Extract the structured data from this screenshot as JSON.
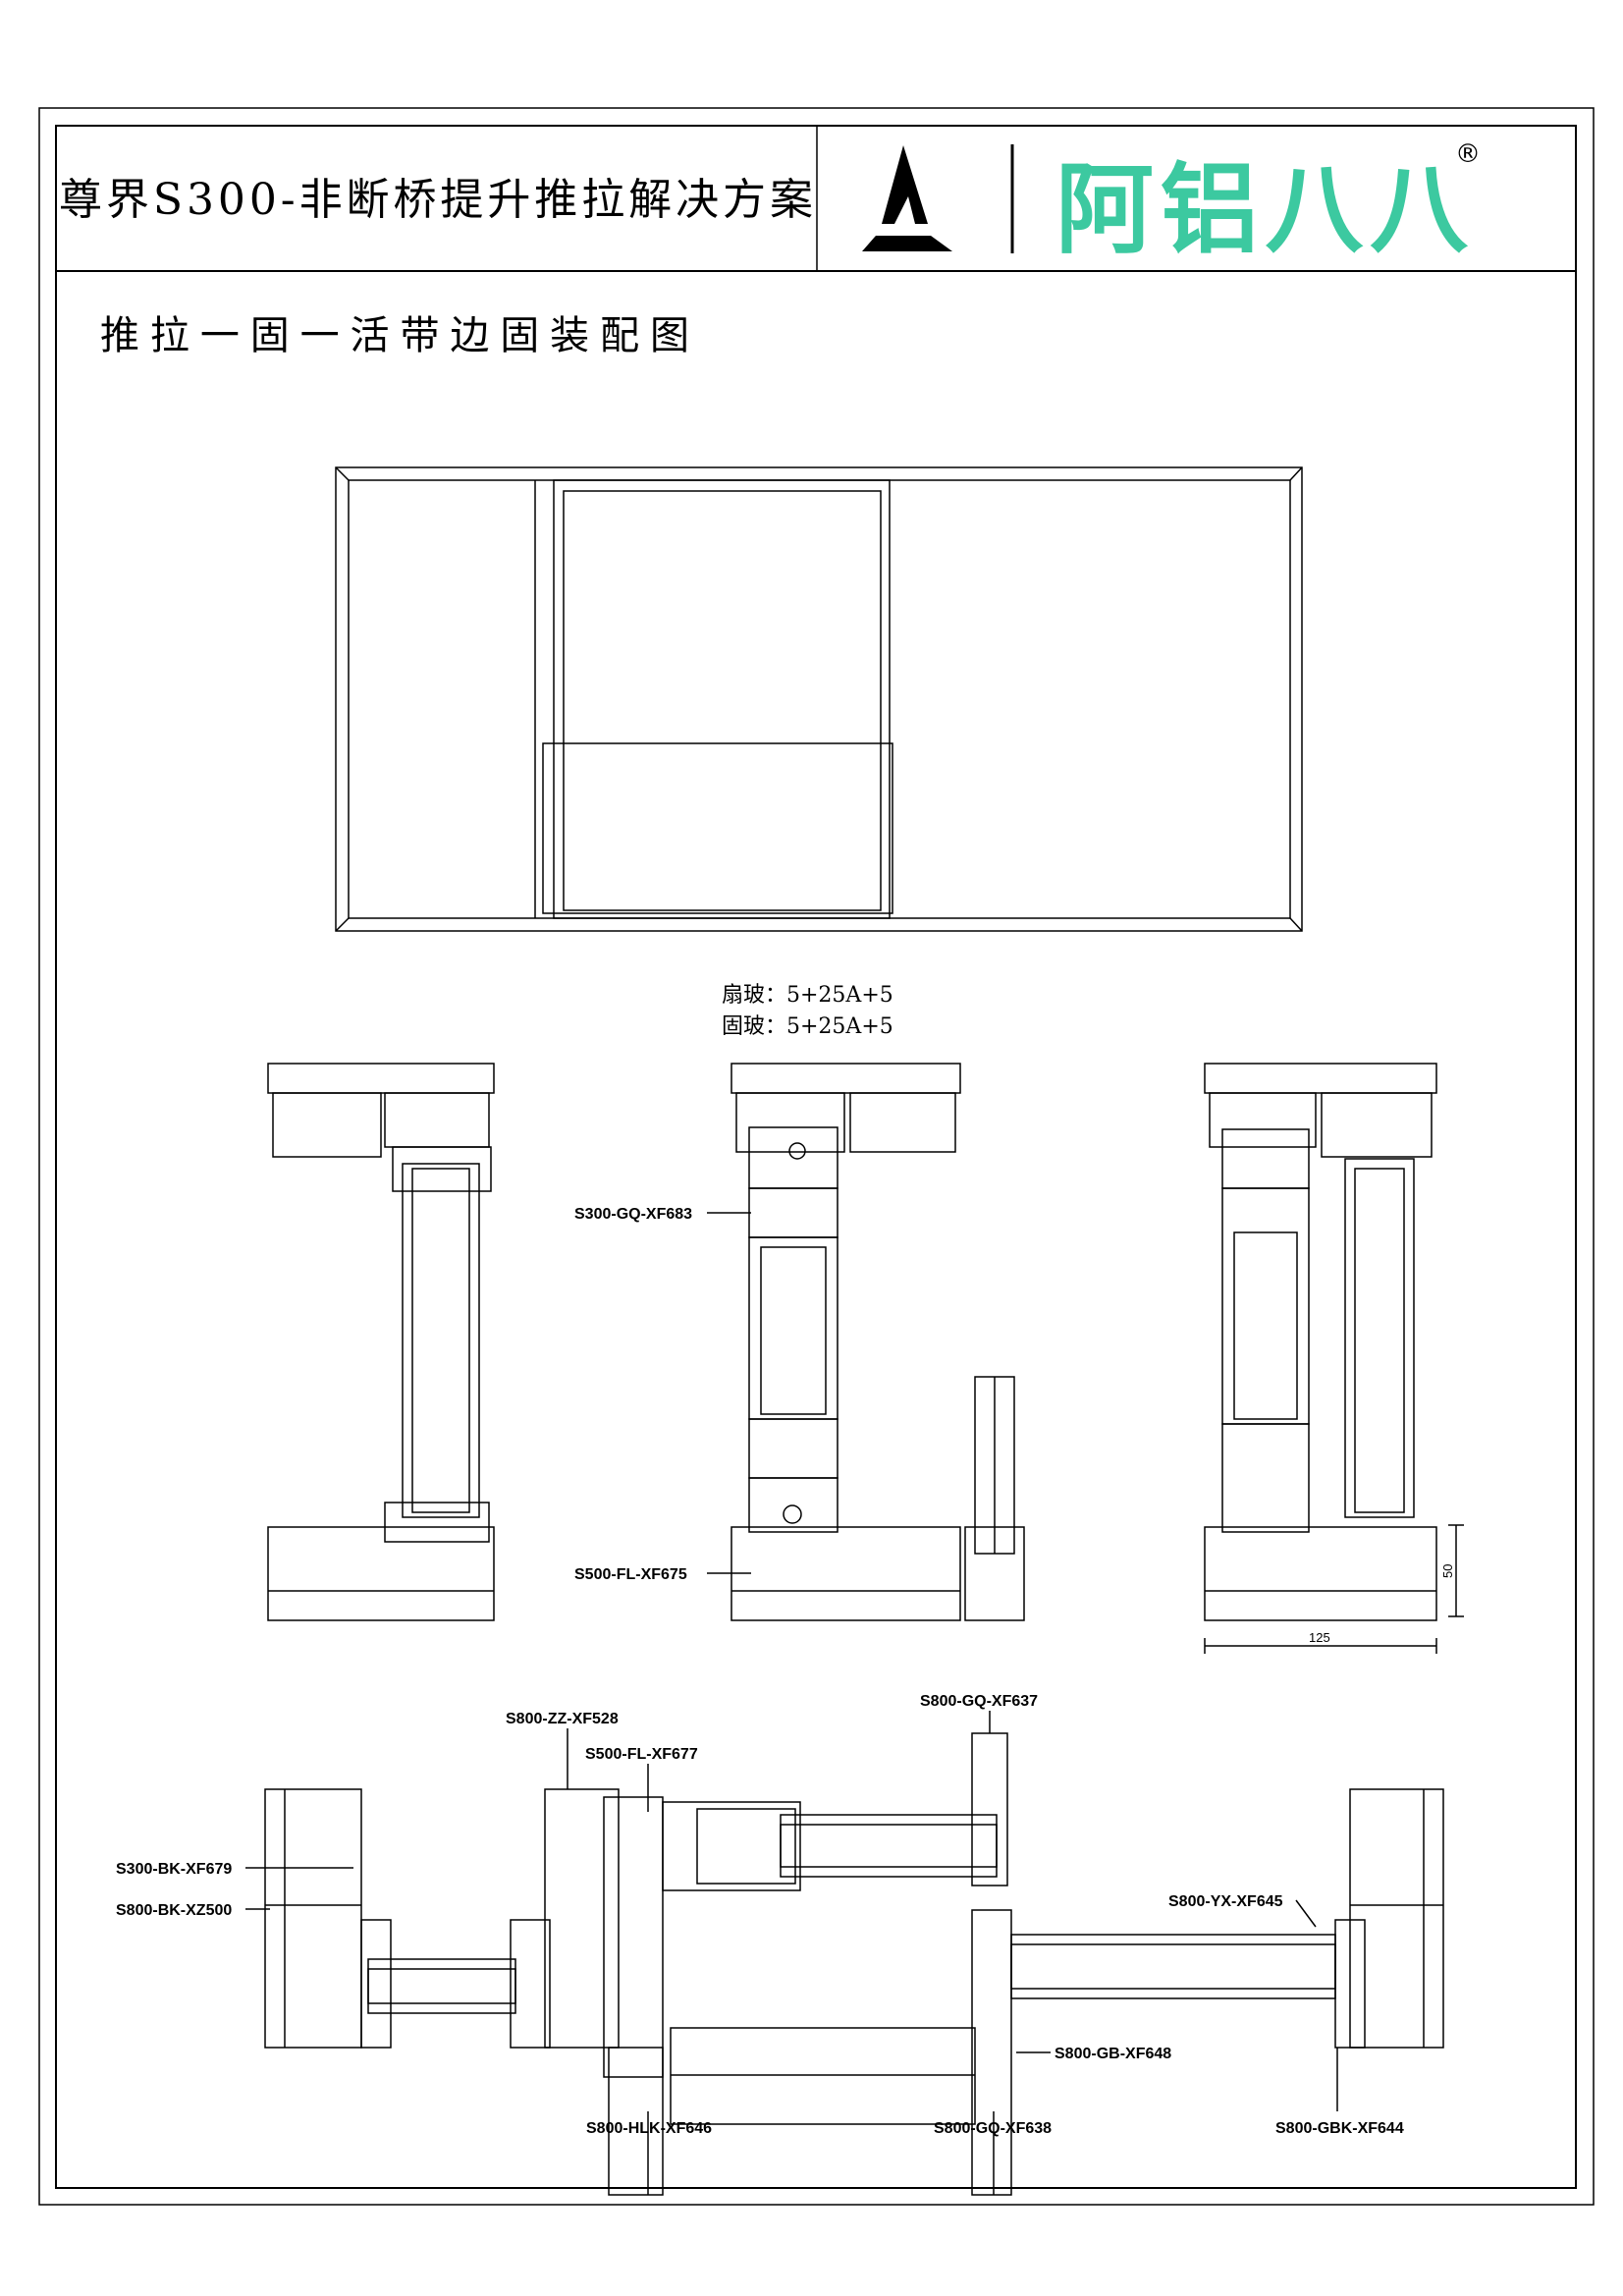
{
  "header": {
    "title": "尊界S300-非断桥提升推拉解决方案",
    "logo_text": "阿铝八八",
    "logo_mark": "®",
    "brand_color": "#3cc9a0"
  },
  "drawing_title": "推拉一固一活带边固装配图",
  "glass_spec": {
    "sash": "扇玻：5+25A+5",
    "fixed": "固玻：5+25A+5"
  },
  "vertical_section_labels": [
    "S300-GQ-XF683",
    "S500-FL-XF675"
  ],
  "dimensions": {
    "width": "125",
    "height": "50"
  },
  "horizontal_section_labels": {
    "zz": "S800-ZZ-XF528",
    "fl": "S500-FL-XF677",
    "gq637": "S800-GQ-XF637",
    "bk679": "S300-BK-XF679",
    "bk500": "S800-BK-XZ500",
    "yx": "S800-YX-XF645",
    "gb": "S800-GB-XF648",
    "hlk": "S800-HLK-XF646",
    "gq638": "S800-GQ-XF638",
    "gbk": "S800-GBK-XF644"
  }
}
